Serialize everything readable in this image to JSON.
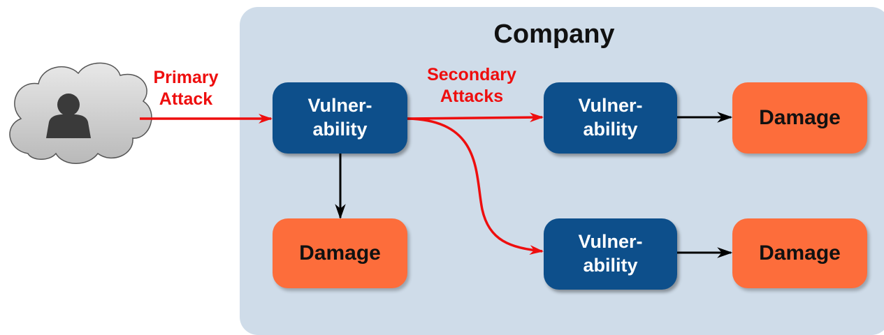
{
  "company": {
    "title": "Company"
  },
  "labels": {
    "primary_attack": "Primary\nAttack",
    "secondary_attacks": "Secondary\nAttacks"
  },
  "nodes": {
    "vuln_main": "Vulner-\nability",
    "vuln_top": "Vulner-\nability",
    "vuln_bottom": "Vulner-\nability",
    "damage_main": "Damage",
    "damage_top": "Damage",
    "damage_bottom": "Damage"
  },
  "icons": {
    "attacker": "attacker-in-cloud-icon"
  },
  "colors": {
    "company_bg": "#cfdce9",
    "vulnerability": "#0d4f8b",
    "damage": "#fd6d3b",
    "attack_line": "#ee0e0e",
    "flow_line": "#000000"
  }
}
